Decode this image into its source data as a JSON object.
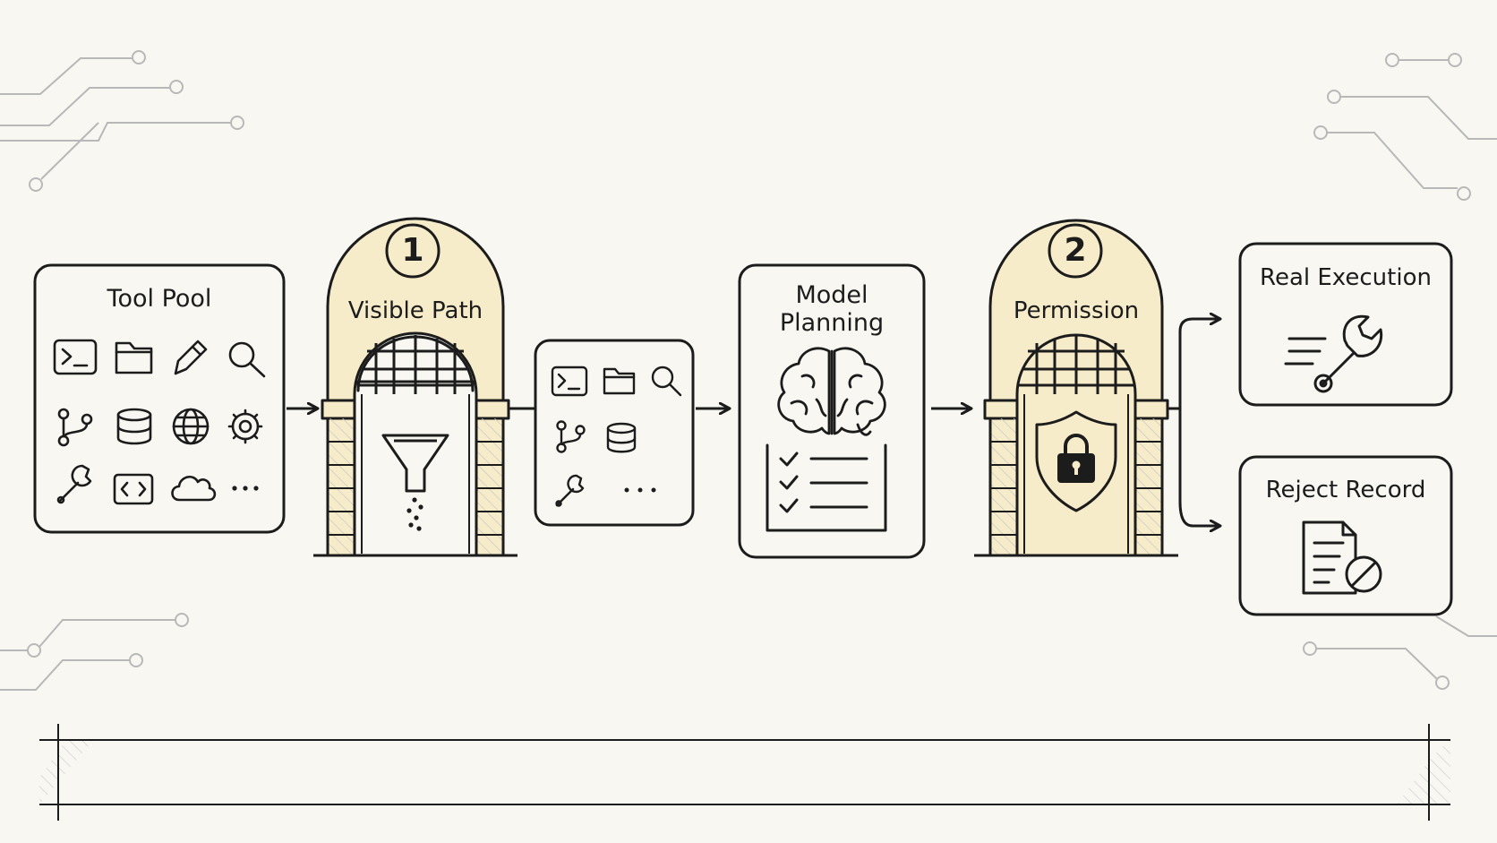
{
  "nodes": {
    "tool_pool": "Tool Pool",
    "visible_path": "Visible Path",
    "model_planning": "Model Planning",
    "permission": "Permission",
    "real_execution": "Real Execution",
    "reject_record": "Reject Record"
  },
  "gates": {
    "gate1_badge": "1",
    "gate2_badge": "2"
  },
  "tool_pool_icons": [
    "terminal-icon",
    "folder-icon",
    "pencil-icon",
    "search-icon",
    "git-branch-icon",
    "database-icon",
    "globe-icon",
    "gear-icon",
    "wrench-icon",
    "code-icon",
    "cloud-icon",
    "ellipsis-icon"
  ],
  "visible_subset_icons": [
    "terminal-icon",
    "folder-icon",
    "search-icon",
    "git-branch-icon",
    "database-icon",
    "wrench-icon",
    "ellipsis-icon"
  ],
  "colors": {
    "background": "#f8f7f2",
    "ink": "#1c1c1c",
    "gate_fill": "#f7ecc9",
    "circuit": "#b8b8b8"
  }
}
